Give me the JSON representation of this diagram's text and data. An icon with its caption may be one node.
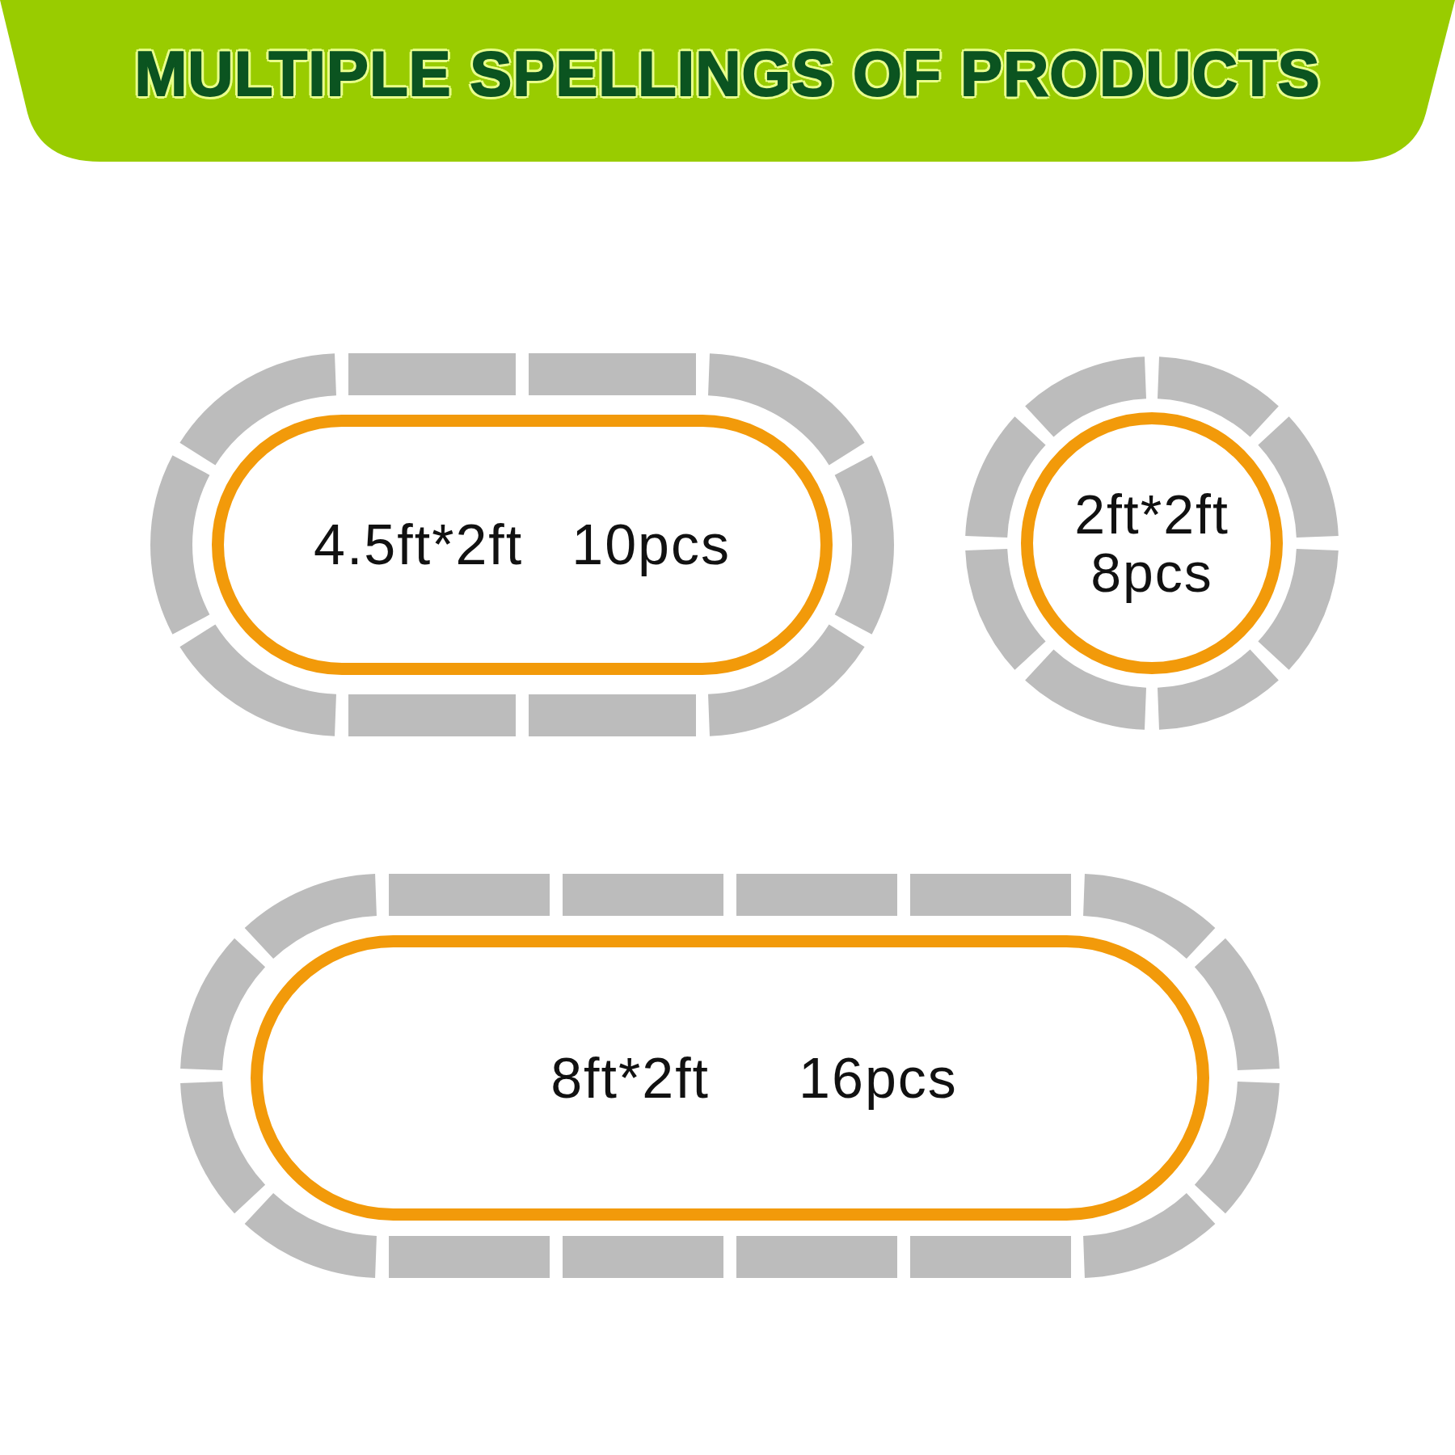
{
  "diagram": {
    "title": "MULTIPLE SPELLINGS OF PRODUCTS",
    "nodes": [
      {
        "text": [
          "4.5ft*2ft",
          "10pcs"
        ]
      },
      {
        "text": [
          "2ft*2ft",
          "8pcs"
        ]
      },
      {
        "text": [
          "8ft*2ft",
          "16pcs"
        ]
      }
    ]
  }
}
